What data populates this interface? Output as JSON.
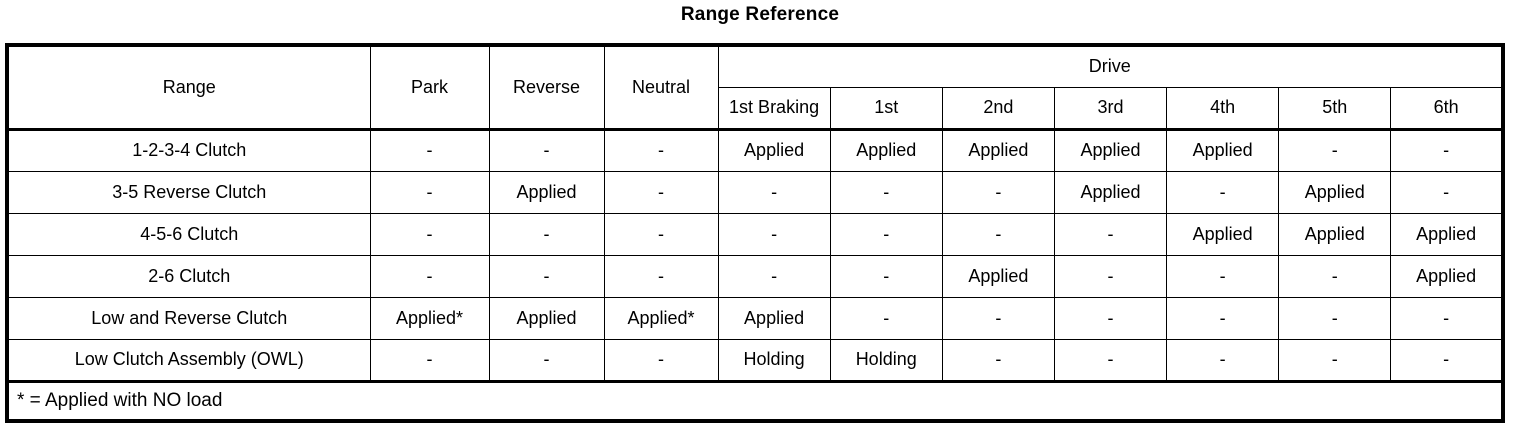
{
  "title": "Range Reference",
  "table": {
    "header": {
      "range_label": "Range",
      "park_label": "Park",
      "reverse_label": "Reverse",
      "neutral_label": "Neutral",
      "drive_group_label": "Drive",
      "drive_columns": [
        "1st Braking",
        "1st",
        "2nd",
        "3rd",
        "4th",
        "5th",
        "6th"
      ]
    },
    "rows": [
      {
        "label": "1-2-3-4 Clutch",
        "park": "-",
        "reverse": "-",
        "neutral": "-",
        "drive": [
          "Applied",
          "Applied",
          "Applied",
          "Applied",
          "Applied",
          "-",
          "-"
        ]
      },
      {
        "label": "3-5 Reverse Clutch",
        "park": "-",
        "reverse": "Applied",
        "neutral": "-",
        "drive": [
          "-",
          "-",
          "-",
          "Applied",
          "-",
          "Applied",
          "-"
        ]
      },
      {
        "label": "4-5-6 Clutch",
        "park": "-",
        "reverse": "-",
        "neutral": "-",
        "drive": [
          "-",
          "-",
          "-",
          "-",
          "Applied",
          "Applied",
          "Applied"
        ]
      },
      {
        "label": "2-6 Clutch",
        "park": "-",
        "reverse": "-",
        "neutral": "-",
        "drive": [
          "-",
          "-",
          "Applied",
          "-",
          "-",
          "-",
          "Applied"
        ]
      },
      {
        "label": "Low and Reverse Clutch",
        "park": "Applied*",
        "reverse": "Applied",
        "neutral": "Applied*",
        "drive": [
          "Applied",
          "-",
          "-",
          "-",
          "-",
          "-",
          "-"
        ]
      },
      {
        "label": "Low Clutch Assembly (OWL)",
        "park": "-",
        "reverse": "-",
        "neutral": "-",
        "drive": [
          "Holding",
          "Holding",
          "-",
          "-",
          "-",
          "-",
          "-"
        ]
      }
    ],
    "footnote": "* = Applied with NO load"
  }
}
